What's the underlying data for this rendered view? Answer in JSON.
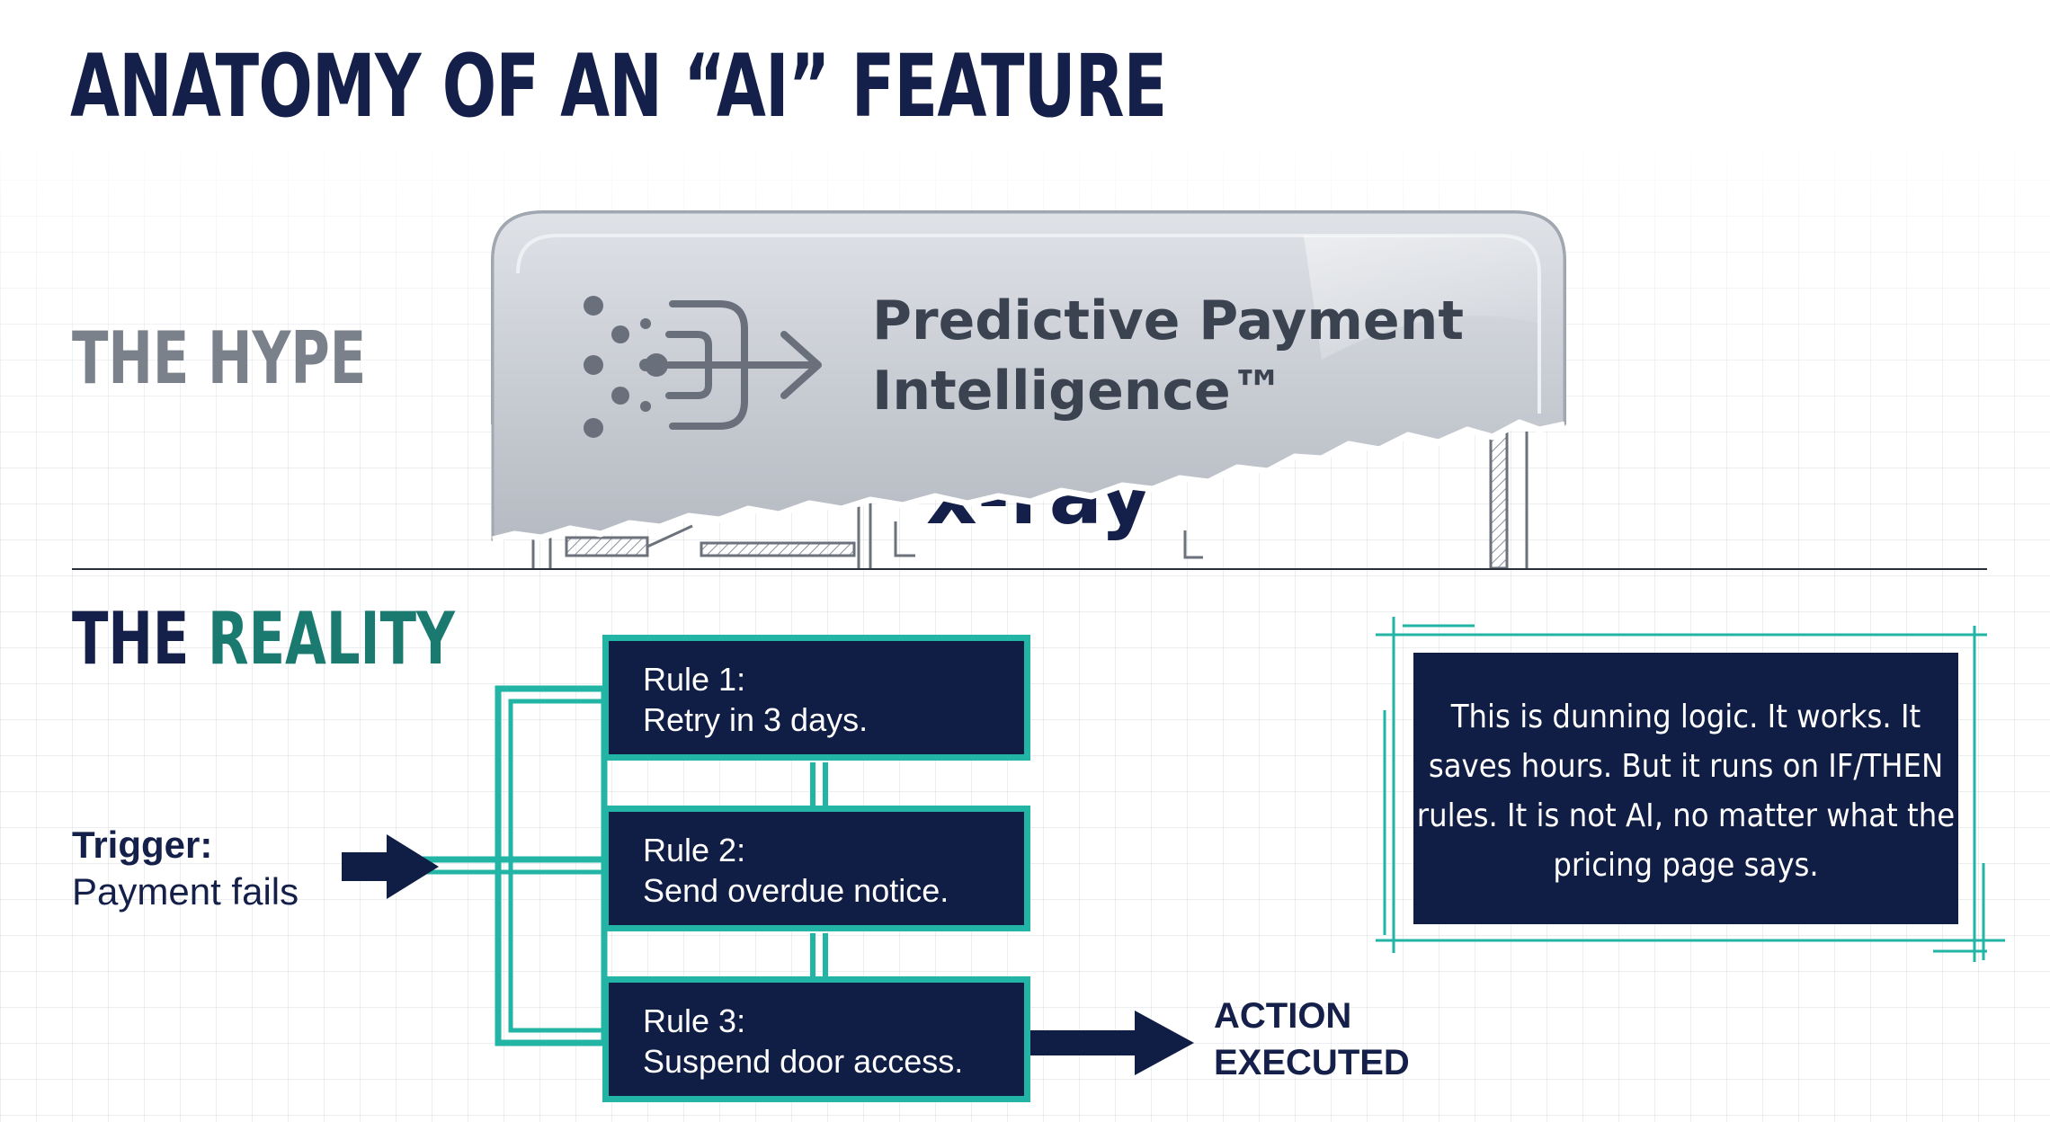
{
  "title": "ANATOMY OF AN “AI” FEATURE",
  "hype": {
    "label": "THE HYPE",
    "product_name": "Predictive Payment Intelligence™",
    "reveal_text": "x-ray",
    "icon": "flow-arrow-icon"
  },
  "reality": {
    "label_main": "THE ",
    "label_accent": "REALITY",
    "trigger_label": "Trigger:",
    "trigger_value": "Payment fails",
    "rules": [
      {
        "title": "Rule 1:",
        "text": "Retry in 3 days."
      },
      {
        "title": "Rule 2:",
        "text": "Send overdue notice."
      },
      {
        "title": "Rule 3:",
        "text": "Suspend door access."
      }
    ],
    "action_line1": "ACTION",
    "action_line2": "EXECUTED",
    "note": "This is dunning logic. It works. It saves hours. But it runs on IF/THEN rules. It is not AI, no matter what the pricing page says."
  },
  "colors": {
    "navy": "#101d45",
    "teal": "#22b5a6",
    "accent_green": "#1a7a70",
    "muted_gray": "#7b818b"
  }
}
